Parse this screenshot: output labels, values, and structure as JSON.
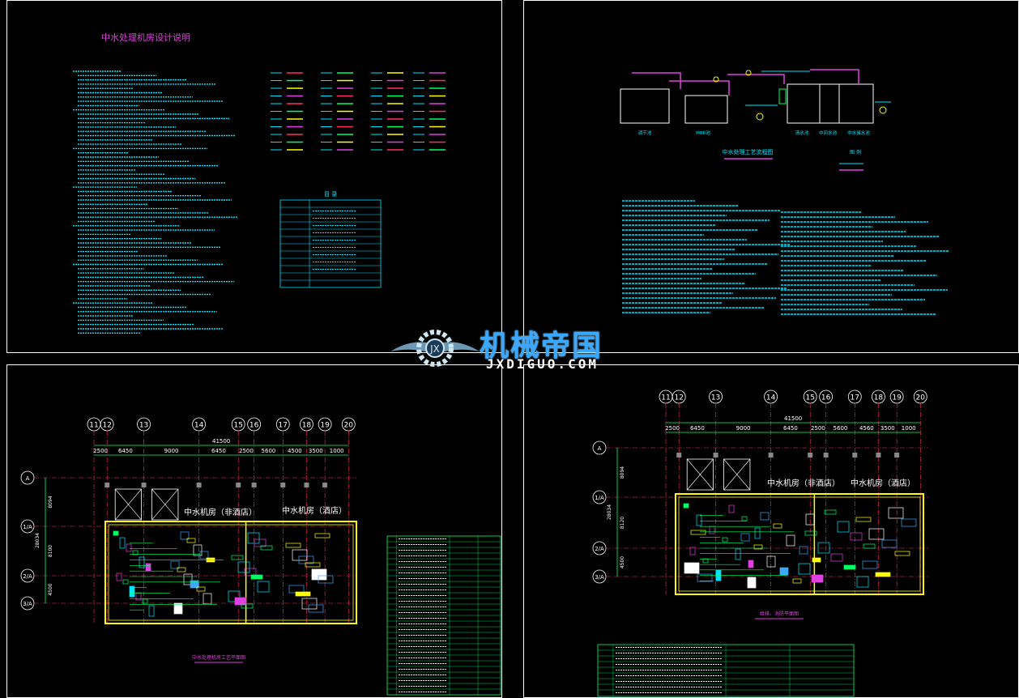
{
  "sheet1": {
    "title": "中水处理机房设计说明",
    "catalog_title": "目 录"
  },
  "sheet2": {
    "flow_title": "中水处理工艺流程图",
    "tank_labels": [
      "调节池",
      "MBR池",
      "清水池",
      "中间水池",
      "中水储水池"
    ],
    "legend_title": "图 例"
  },
  "sheet3": {
    "grid_cols": [
      "11",
      "12",
      "13",
      "14",
      "15",
      "16",
      "17",
      "18",
      "19",
      "20"
    ],
    "grid_rows": [
      "A",
      "1/A",
      "2/A",
      "3/A"
    ],
    "total_dim": "41500",
    "dims": [
      "2500",
      "6450",
      "9000",
      "6450",
      "2500",
      "5600",
      "4500",
      "3500",
      "1000"
    ],
    "side_dims": [
      "8094",
      "28034",
      "8100",
      "4500"
    ],
    "room_label_1": "中水机房（非酒店）",
    "room_label_2": "中水机房（酒店）",
    "plan_title": "中水处理机房工艺平面图"
  },
  "sheet4": {
    "grid_cols": [
      "11",
      "12",
      "13",
      "14",
      "15",
      "16",
      "17",
      "18",
      "19",
      "20"
    ],
    "grid_rows": [
      "A",
      "1/A",
      "2/A",
      "3/A"
    ],
    "total_dim": "41500",
    "dims": [
      "2500",
      "6450",
      "9000",
      "6450",
      "2500",
      "5600",
      "4560",
      "3500",
      "1000"
    ],
    "side_dims": [
      "8094",
      "28034",
      "8120",
      "4500"
    ],
    "room_label_1": "中水机房（非酒店）",
    "room_label_2": "中水机房（酒店）",
    "plan_title": "给排、消防平面图"
  },
  "watermark": {
    "main": "机械帝国",
    "sub": "JXDIGUO.COM"
  },
  "colors": {
    "border": "#ffffff",
    "text_cyan": "#00e5ff",
    "title_magenta": "#e040e0",
    "grid_green": "#00ff66",
    "wall_yellow": "#ffff00",
    "blue_accent": "#3aa8ff"
  }
}
